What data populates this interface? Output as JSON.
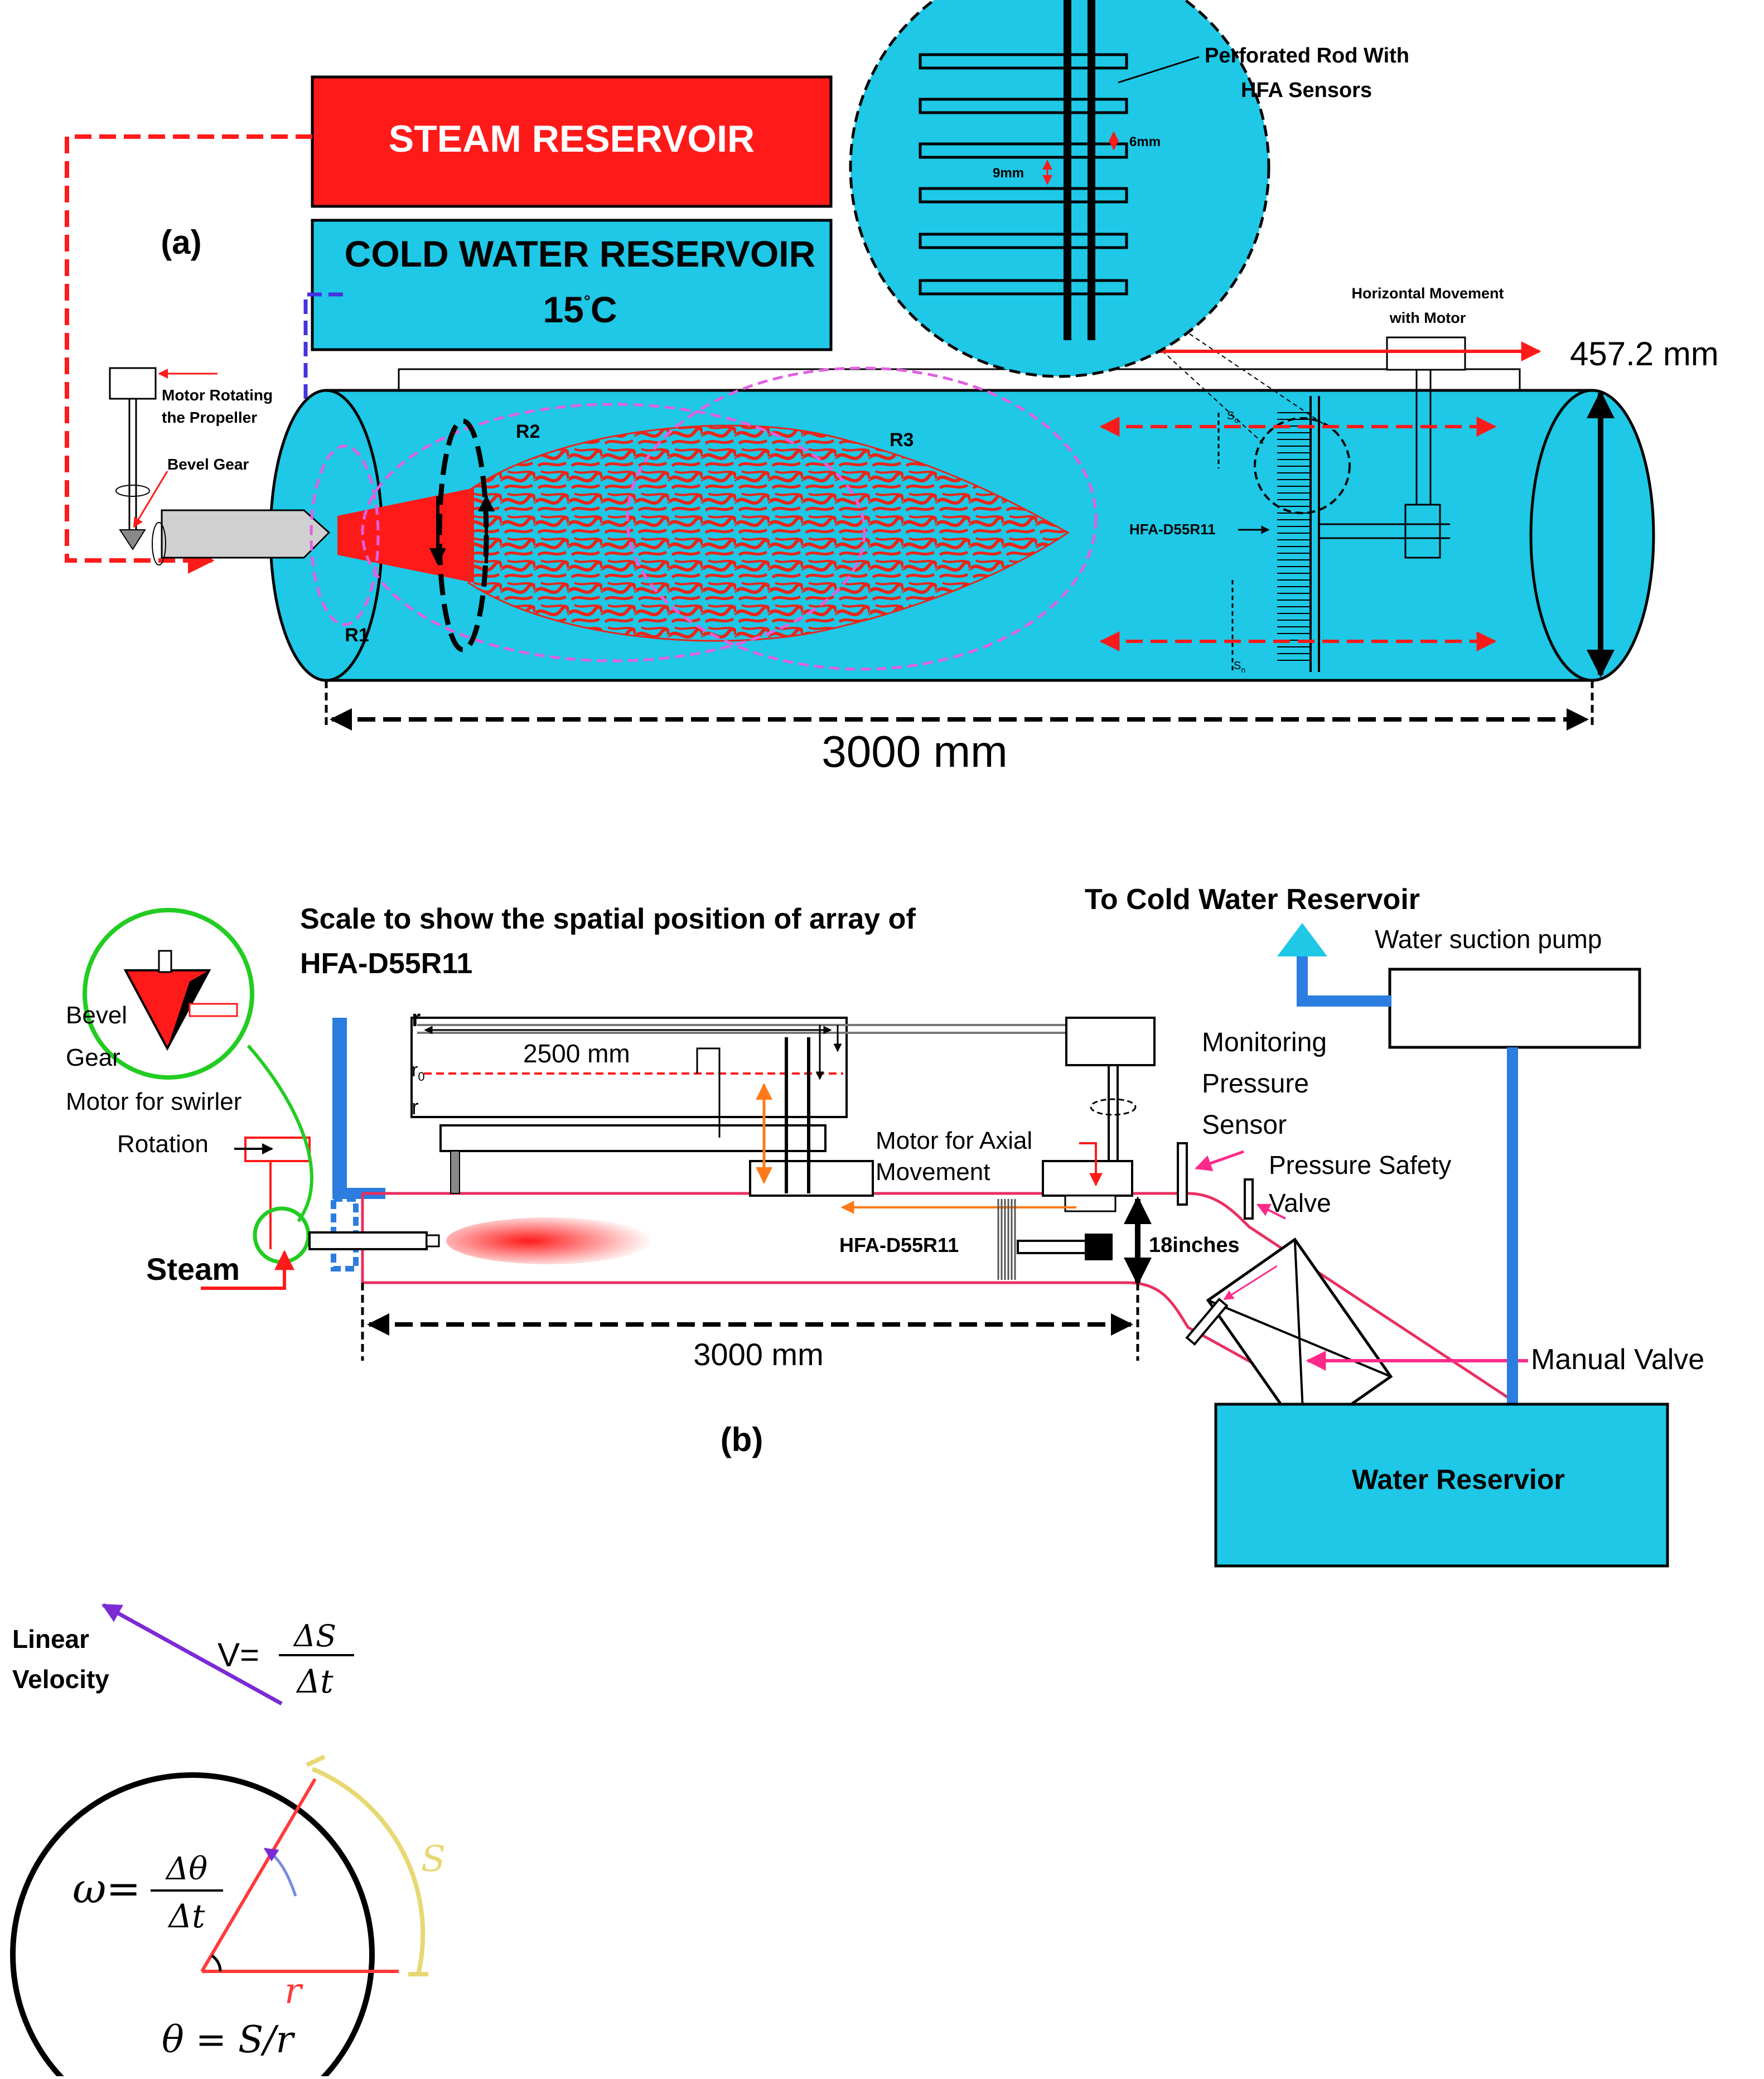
{
  "colors": {
    "water": "#1ec8e6",
    "steam": "#ff1a1a",
    "magenta": "#e060e0",
    "pipe_blue": "#2b7de0",
    "purple": "#7a2bd6",
    "yellow": "#e8d873",
    "green": "#22cc22",
    "pink": "#ff2a8a",
    "orange": "#ff7a1a"
  },
  "panel_a": {
    "label": "(a)",
    "steam_reservoir": "STEAM RESERVOIR",
    "cold_reservoir_line1": "COLD WATER RESERVOIR",
    "cold_reservoir_line2": "15",
    "cold_reservoir_deg": "°",
    "cold_reservoir_unit": "C",
    "motor_label_line1": "Motor Rotating",
    "motor_label_line2": "the Propeller",
    "bevel_gear": "Bevel Gear",
    "region_r1": "R1",
    "region_r2": "R2",
    "region_r3": "R3",
    "sensor_label": "HFA-D55R11",
    "rod_label_line1": "Perforated Rod With",
    "rod_label_line2": "HFA Sensors",
    "dim_6mm": "6mm",
    "dim_9mm": "9mm",
    "horizontal_label_line1": "Horizontal Movement",
    "horizontal_label_line2": "with Motor",
    "dim_diameter": "457.2 mm",
    "dim_length": "3000 mm",
    "s_top": "S",
    "s_top_sub": "o",
    "s_bottom": "S",
    "s_bottom_sub": "n"
  },
  "panel_b": {
    "label": "(b)",
    "scale_title_line1": "Scale to show the spatial position of array of",
    "scale_title_line2": "HFA-D55R11",
    "bevel_line1": "Bevel",
    "bevel_line2": "Gear",
    "motor_swirler_line1": "Motor for swirler",
    "motor_swirler_line2": "Rotation",
    "steam": "Steam",
    "dim_2500": "2500 mm",
    "r_top": "r",
    "r0": "r",
    "r0_sub": "0",
    "r_bottom": "r",
    "motor_axial_line1": "Motor for Axial",
    "motor_axial_line2": "Movement",
    "sensor_label": "HFA-D55R11",
    "dim_18": "18inches",
    "dim_length": "3000 mm",
    "to_cold": "To Cold Water Reservoir",
    "suction_pump": "Water suction pump",
    "monitor_line1": "Monitoring",
    "monitor_line2": "Pressure",
    "monitor_line3": "Sensor",
    "safety_line1": "Pressure Safety",
    "safety_line2": "Valve",
    "manual_valve": "Manual Valve",
    "water_reservoir": "Water Reservior"
  },
  "panel_c": {
    "linear_line1": "Linear",
    "linear_line2": "Velocity",
    "v_prefix": "V=",
    "v_num": "ΔS",
    "v_den": "Δt",
    "omega_prefix": "ω=",
    "omega_num": "Δθ",
    "omega_den": "Δt",
    "arc_s": "S",
    "radius_r": "r",
    "theta_eq": "θ = S/r"
  }
}
